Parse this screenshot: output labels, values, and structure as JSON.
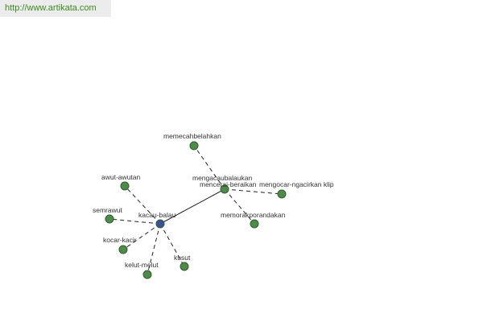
{
  "url_text": "http://www.artikata.com",
  "colors": {
    "url_text": "#3a8a1f",
    "node_fill": "#4f8a4b",
    "center_node_fill": "#3f4f95",
    "edge": "#222222",
    "label": "#333333"
  },
  "graph": {
    "nodes": [
      {
        "id": "kacau-balau",
        "label": "kacau-balau",
        "kind": "center"
      },
      {
        "id": "mengacaubalaukan",
        "label": "mengacaubalaukan",
        "kind": "hub"
      },
      {
        "id": "mencerai-beraikan",
        "label": "mencerai-beraikan",
        "kind": "label-only"
      },
      {
        "id": "memecahbelahkan",
        "label": "memecahbelahkan",
        "kind": "leaf"
      },
      {
        "id": "mengocar-ngacirkan",
        "label": "mengocar-ngacirkan  klip",
        "kind": "leaf"
      },
      {
        "id": "memorakporandakan",
        "label": "memorakporandakan",
        "kind": "leaf"
      },
      {
        "id": "awut-awutan",
        "label": "awut-awutan",
        "kind": "leaf"
      },
      {
        "id": "semrawut",
        "label": "semrawut",
        "kind": "leaf"
      },
      {
        "id": "kocar-kacir",
        "label": "kocar-kacir",
        "kind": "leaf"
      },
      {
        "id": "kelut-melut",
        "label": "kelut-melut",
        "kind": "leaf"
      },
      {
        "id": "kusut",
        "label": "kusut",
        "kind": "leaf"
      }
    ],
    "edges": [
      {
        "from": "kacau-balau",
        "to": "mengacaubalaukan",
        "style": "solid"
      },
      {
        "from": "mengacaubalaukan",
        "to": "memecahbelahkan",
        "style": "dashed"
      },
      {
        "from": "mengacaubalaukan",
        "to": "mengocar-ngacirkan",
        "style": "dashed"
      },
      {
        "from": "mengacaubalaukan",
        "to": "memorakporandakan",
        "style": "dashed"
      },
      {
        "from": "kacau-balau",
        "to": "awut-awutan",
        "style": "dashed"
      },
      {
        "from": "kacau-balau",
        "to": "semrawut",
        "style": "dashed"
      },
      {
        "from": "kacau-balau",
        "to": "kocar-kacir",
        "style": "dashed"
      },
      {
        "from": "kacau-balau",
        "to": "kelut-melut",
        "style": "dashed"
      },
      {
        "from": "kacau-balau",
        "to": "kusut",
        "style": "dashed"
      }
    ]
  }
}
